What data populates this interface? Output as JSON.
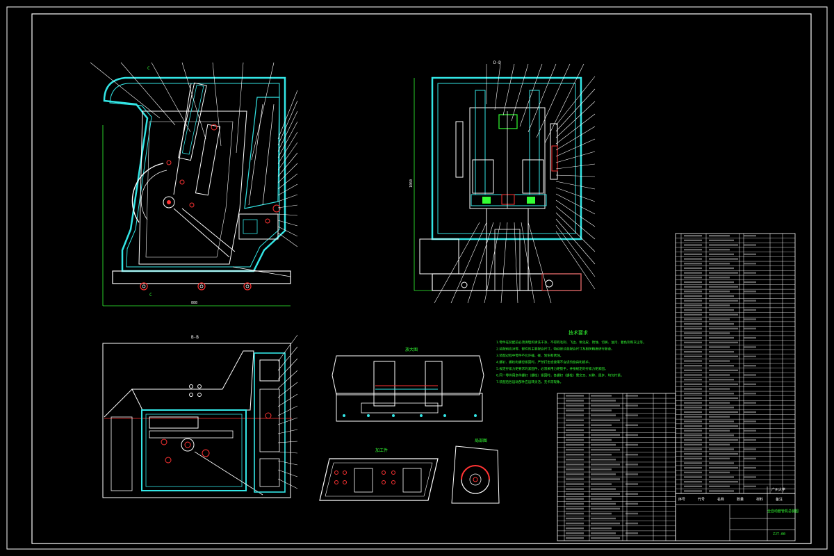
{
  "colors": {
    "background": "#000000",
    "outline": "#ffffff",
    "cyan": "#33e6e6",
    "green": "#33ff33",
    "red": "#ff3333",
    "yellow": "#ffff33"
  },
  "icons": [
    "bolt-hole-icon"
  ],
  "views": {
    "view_a_letter": "C",
    "view_b_title": "D-D",
    "view_c_title": "B-B",
    "detail_1_title": "放大图",
    "detail_2_title": "加工件",
    "detail_3_title": "局部图"
  },
  "tech_requirements": {
    "title": "技术要求",
    "lines": [
      "1.零件在装配前必须清理和清洗干净，不得有毛刺、飞边、氧化皮、锈蚀、切屑、油污、着色剂和灰尘等。",
      "2.装配前应对零、部件的主要配合尺寸，特别是过盈配合尺寸及相关精度进行复查。",
      "3.装配过程中零件不允许磕、碰、划伤和锈蚀。",
      "4.螺钉、螺栓和螺母紧固时，严禁打击或使用不合适的旋具和扳手。",
      "5.规定拧紧力矩要求的紧固件，必须采用力矩扳手，并按规定的拧紧力矩紧固。",
      "6.同一零件用多件螺钉（螺栓）紧固时，各螺钉（螺栓）需交叉、对称、逐步、均匀拧紧。",
      "7.装配后各运动部件应运转灵活，无卡滞现象。"
    ]
  },
  "title_block": {
    "school": "广州大学",
    "drawing_name": "全自动套管机总装图",
    "drawing_no": "ZJT-00",
    "headers": [
      "序号",
      "代号",
      "名称",
      "数量",
      "材料",
      "备注"
    ]
  }
}
